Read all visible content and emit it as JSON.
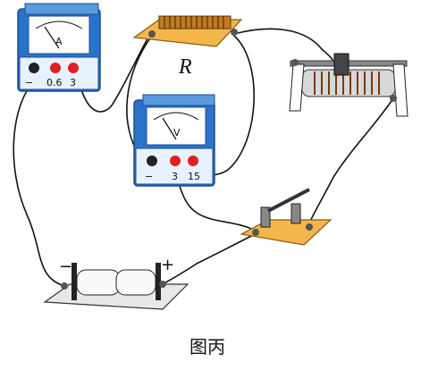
{
  "ammeter": {
    "face_symbol": "A",
    "terminal_labels": [
      "−",
      "0.6",
      "3"
    ]
  },
  "voltmeter": {
    "face_symbol": "V",
    "terminal_labels": [
      "−",
      "3",
      "15"
    ]
  },
  "resistor": {
    "symbol": "R"
  },
  "battery": {
    "minus_sign": "−",
    "plus_sign": "+"
  },
  "caption": "图丙",
  "colors": {
    "meter_body": "#2b73c8",
    "meter_face": "#ffffff",
    "board": "#f2b64a",
    "wire": "#111111"
  }
}
